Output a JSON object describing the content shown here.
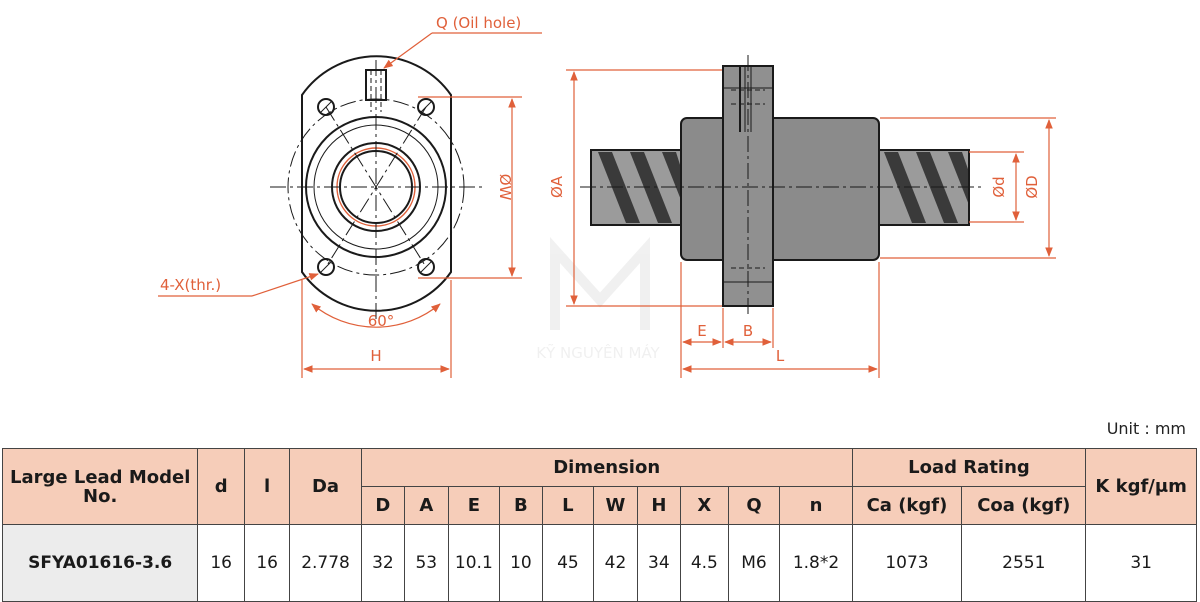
{
  "drawing": {
    "labels": {
      "oil_hole": "Q (Oil hole)",
      "holes": "4-X(thr.)",
      "angle": "60°",
      "dim_w": "ØW",
      "dim_h": "H",
      "dim_a": "ØA",
      "dim_e": "E",
      "dim_b": "B",
      "dim_l": "L",
      "dim_d_small": "Ød",
      "dim_d_big": "ØD"
    },
    "watermark": "KỸ NGUYÊN MÁY",
    "colors": {
      "dimension": "#e0603a",
      "part": "#1a1a1a",
      "header_bg": "#f6cdb9",
      "model_bg": "#ececec"
    }
  },
  "table": {
    "unit": "Unit : mm",
    "headers": {
      "model": "Large Lead Model No.",
      "d": "d",
      "l": "l",
      "da": "Da",
      "dimension": "Dimension",
      "load_rating": "Load Rating",
      "k": "K kgf/μm"
    },
    "sub_headers": {
      "D": "D",
      "A": "A",
      "E": "E",
      "B": "B",
      "L": "L",
      "W": "W",
      "H": "H",
      "X": "X",
      "Q": "Q",
      "n": "n",
      "ca": "Ca (kgf)",
      "coa": "Coa (kgf)"
    },
    "row": {
      "model": "SFYA01616-3.6",
      "d": "16",
      "l": "16",
      "da": "2.778",
      "D": "32",
      "A": "53",
      "E": "10.1",
      "B": "10",
      "L": "45",
      "W": "42",
      "H": "34",
      "X": "4.5",
      "Q": "M6",
      "n": "1.8*2",
      "ca": "1073",
      "coa": "2551",
      "k": "31"
    }
  }
}
